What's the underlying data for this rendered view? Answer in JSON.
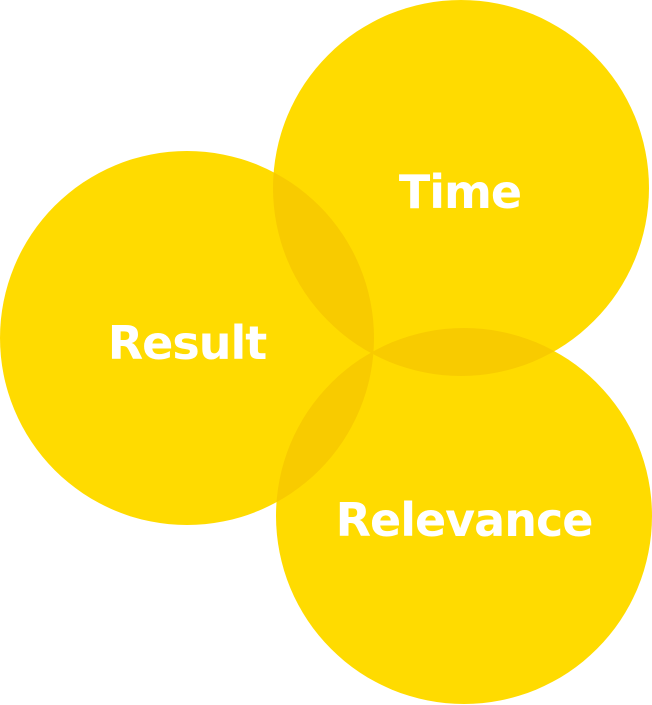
{
  "colors": {
    "circle": "#FFDB00",
    "overlap": "#F8CB00",
    "text": "#FFFFFF"
  },
  "circles": [
    {
      "id": "result",
      "label": "Result"
    },
    {
      "id": "time",
      "label": "Time"
    },
    {
      "id": "relevance",
      "label": "Relevance"
    }
  ]
}
